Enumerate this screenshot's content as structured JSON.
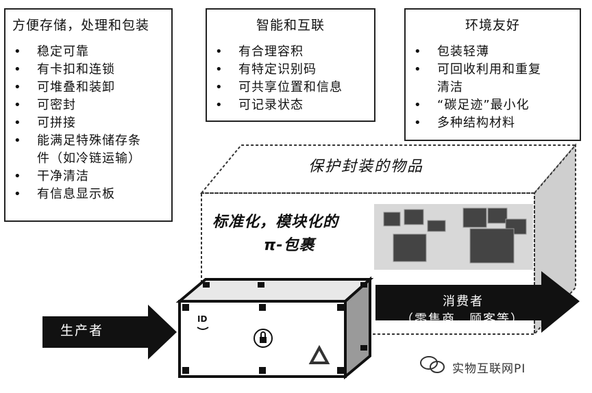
{
  "box1": {
    "title": "方便存储，处理和包装",
    "bullet": "•",
    "items": [
      "稳定可靠",
      "有卡扣和连锁",
      "可堆叠和装卸",
      "可密封",
      "可拼接",
      "能满足特殊储存条",
      "件（如冷链运输）",
      "干净清洁",
      "有信息显示板"
    ],
    "bullets": [
      true,
      true,
      true,
      true,
      true,
      true,
      false,
      true,
      true
    ]
  },
  "box2": {
    "title": "智能和互联",
    "items": [
      "有合理容积",
      "有特定识别码",
      "可共享位置和信息",
      "可记录状态"
    ]
  },
  "box3": {
    "title": "环境友好",
    "items": [
      "包装轻薄",
      "可回收利用和重复",
      "清洁",
      "“碳足迹”最小化",
      "多种结构材料"
    ],
    "bullets": [
      true,
      true,
      false,
      true,
      true
    ]
  },
  "scene": {
    "protected_label": "保护封装的物品",
    "standard_label": "标准化，模块化的",
    "pi_label": "π-包裹",
    "id_text": "ID",
    "producer": "生产者",
    "consumer_line1": "消费者",
    "consumer_line2": "（零售商，顾客等）",
    "watermark": "实物互联网PI"
  }
}
